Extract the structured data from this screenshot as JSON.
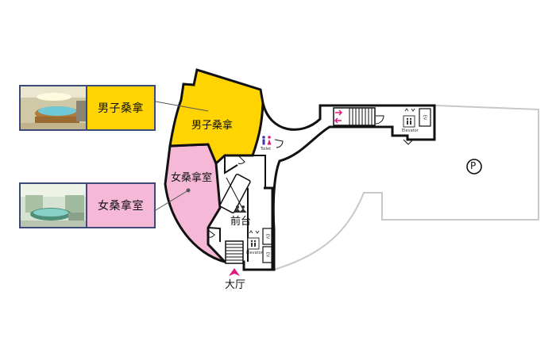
{
  "rooms": {
    "male_sauna": "男子桑拿",
    "female_sauna": "女桑拿室",
    "reception": "前台",
    "hall": "大厅"
  },
  "cards": {
    "male": {
      "label": "男子桑拿",
      "color": "#ffd400"
    },
    "female": {
      "label": "女桑拿室",
      "color": "#f5b8d6"
    }
  },
  "facilities": {
    "toilet": "Toilet",
    "elevator": "Elevator",
    "ev": "EV",
    "parking": "P"
  },
  "colors": {
    "male_zone": "#ffd400",
    "female_zone": "#f5b8d6",
    "entrance_arrow": "#e0197d",
    "wall": "#111111",
    "outline_gray": "#c8c8c8"
  }
}
